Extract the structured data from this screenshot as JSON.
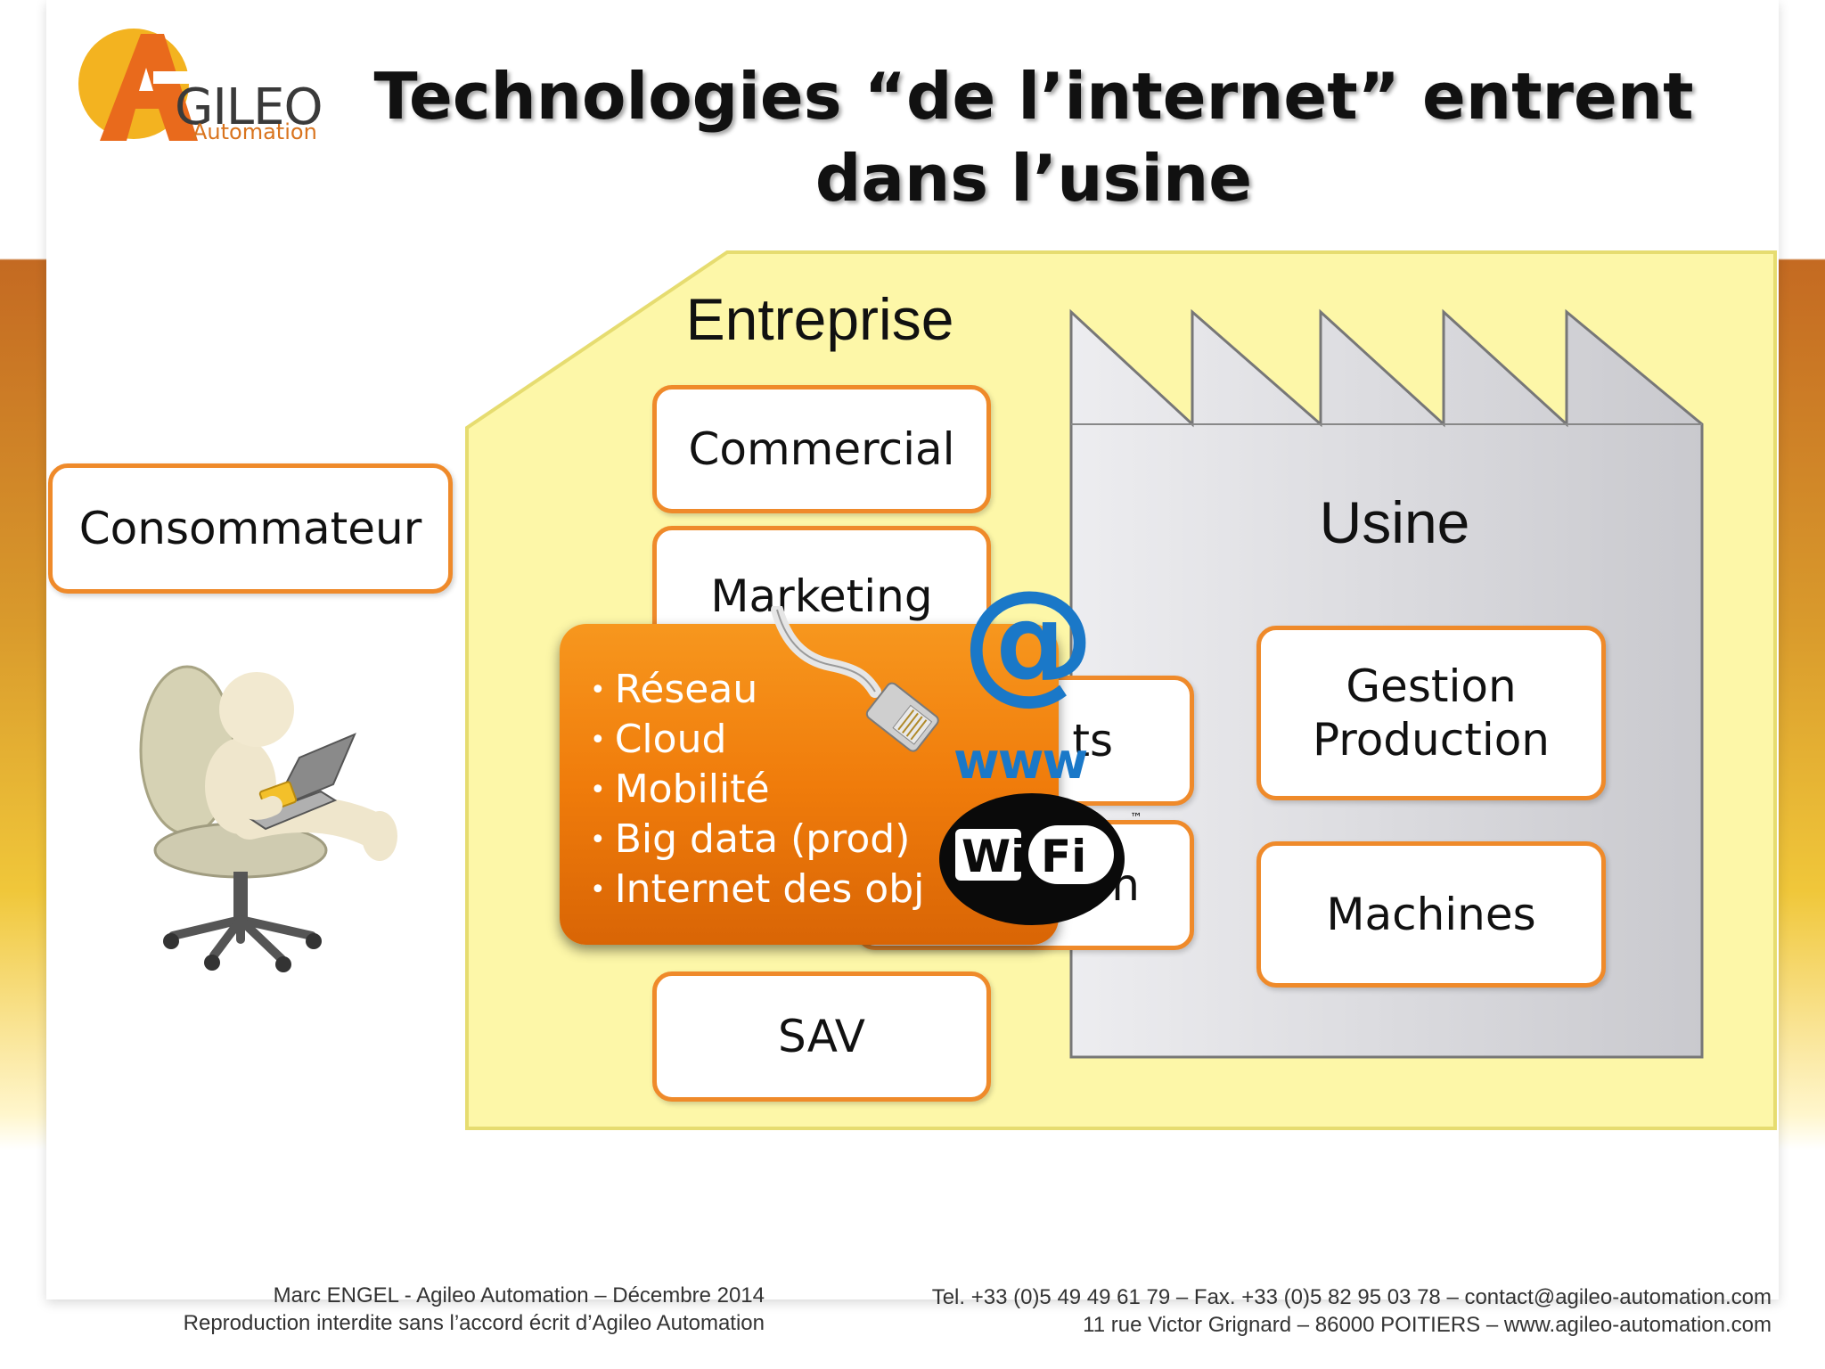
{
  "header": {
    "title_line1": "Technologies “de l’internet” entrent",
    "title_line2": "dans l’usine"
  },
  "logo": {
    "name": "GILEO",
    "subtitle": "Automation",
    "icon": "agileo-a-logo-icon"
  },
  "diagram": {
    "consumer_label": "Consommateur",
    "enterprise_label": "Entreprise",
    "factory_label": "Usine",
    "enterprise_boxes": {
      "commercial": "Commercial",
      "marketing": "Marketing",
      "partial_top": "ts",
      "partial_bottom": "on",
      "sav": "SAV"
    },
    "factory_boxes": {
      "gestion_line1": "Gestion",
      "gestion_line2": "Production",
      "machines": "Machines"
    },
    "technologies": {
      "items": [
        "Réseau",
        "Cloud",
        "Mobilité",
        "Big data (prod)",
        "Internet des obj"
      ]
    },
    "icons": {
      "at_sign": "@",
      "www": "www",
      "wifi_left": "Wi",
      "wifi_right": "Fi",
      "wifi_tm": "™"
    }
  },
  "footer": {
    "author_line": "Marc ENGEL - Agileo Automation – Décembre 2014",
    "copyright_line": "Reproduction interdite sans l’accord écrit d’Agileo Automation",
    "contact_line": "Tel. +33 (0)5 49 49 61 79 – Fax. +33 (0)5 82 95 03 78 – contact@agileo-automation.com",
    "address_line": "11 rue Victor Grignard – 86000 POITIERS – www.agileo-automation.com"
  },
  "colors": {
    "accent_orange": "#ef8a2a",
    "enterprise_yellow": "#fdf7a8",
    "factory_grey": "#d8d8dc",
    "link_blue": "#1a78c8"
  }
}
